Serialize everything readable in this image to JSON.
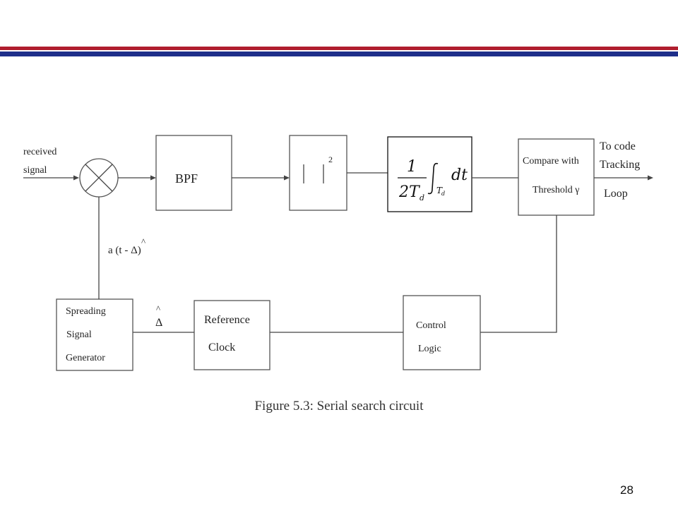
{
  "slide": {
    "page_number": "28",
    "colors": {
      "top_bar_red": "#b01e2e",
      "top_bar_blue": "#1f2f8a"
    }
  },
  "figure": {
    "caption": "Figure 5.3: Serial search circuit",
    "input_label_line1": "received",
    "input_label_line2": "signal",
    "mixer_icon": "multiplier-cross-icon",
    "blocks": {
      "bpf": "BPF",
      "square": "| |",
      "square_exponent": "2",
      "integrator": {
        "numerator": "1",
        "denominator": "2T",
        "denominator_sub": "d",
        "integral_sub": "T",
        "integral_sub_sub": "d",
        "differential": "dt"
      },
      "compare_line1": "Compare with",
      "compare_line2": "Threshold γ",
      "spreading_line1": "Spreading",
      "spreading_line2": "Signal",
      "spreading_line3": "Generator",
      "reference_line1": "Reference",
      "reference_line2": "Clock",
      "control_line1": "Control",
      "control_line2": "Logic"
    },
    "output_label_line1": "To code",
    "output_label_line2": "Tracking",
    "output_label_line3": "Loop",
    "feedback_label": "a (t -  Δ)",
    "feedback_hat": "^",
    "delta_label": "Δ",
    "delta_hat": "^"
  }
}
